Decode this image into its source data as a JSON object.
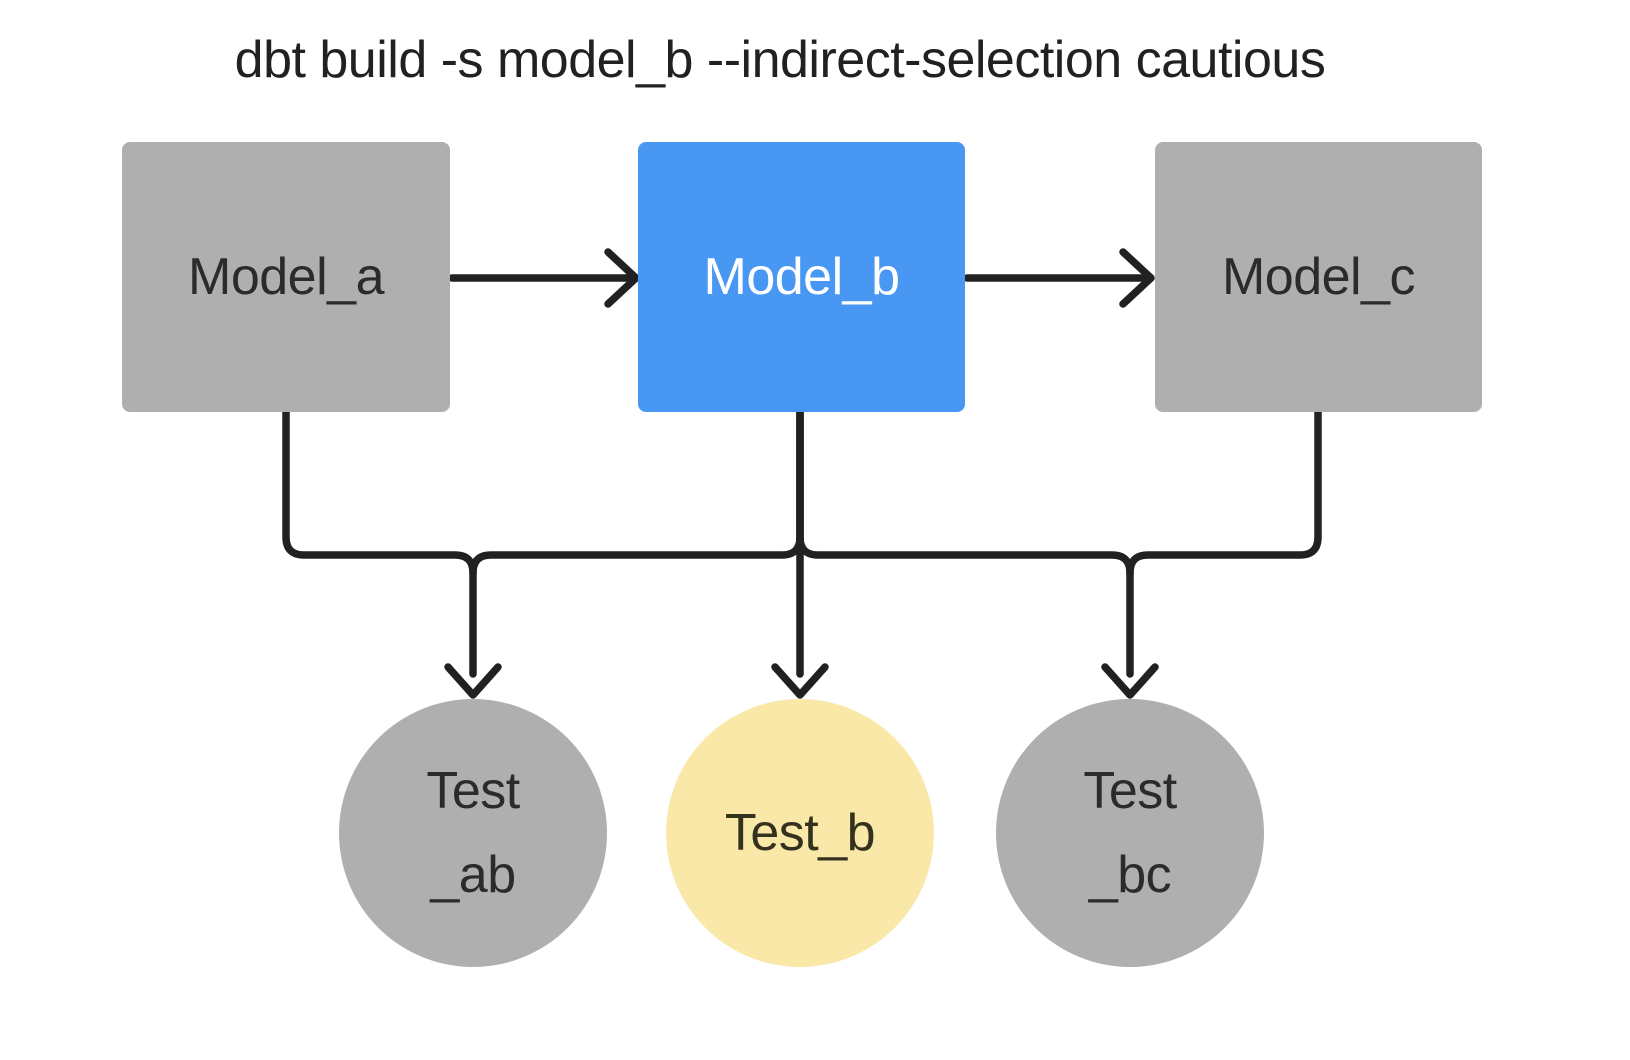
{
  "title": "dbt build -s model_b --indirect-selection cautious",
  "colors": {
    "background": "#ffffff",
    "node-gray": "#afafaf",
    "node-blue": "#4897f2",
    "node-yellow": "#f9e8a8",
    "line": "#212121",
    "text-dark": "#2b2b2b",
    "text-light": "#ffffff"
  },
  "nodes": {
    "models": [
      {
        "id": "model_a",
        "label": "Model_a",
        "fill": "gray"
      },
      {
        "id": "model_b",
        "label": "Model_b",
        "fill": "blue"
      },
      {
        "id": "model_c",
        "label": "Model_c",
        "fill": "gray"
      }
    ],
    "tests": [
      {
        "id": "test_ab",
        "line1": "Test",
        "line2": "_ab",
        "fill": "gray"
      },
      {
        "id": "test_b",
        "line1": "Test_b",
        "line2": "",
        "fill": "yellow"
      },
      {
        "id": "test_bc",
        "line1": "Test",
        "line2": "_bc",
        "fill": "gray"
      }
    ]
  },
  "edges": [
    {
      "from": "model_a",
      "to": "model_b",
      "style": "straight-arrow"
    },
    {
      "from": "model_b",
      "to": "model_c",
      "style": "straight-arrow"
    },
    {
      "from": "model_a",
      "to": "test_ab",
      "style": "elbow-arrow"
    },
    {
      "from": "model_b",
      "to": "test_ab",
      "style": "elbow-arrow"
    },
    {
      "from": "model_b",
      "to": "test_b",
      "style": "straight-arrow"
    },
    {
      "from": "model_b",
      "to": "test_bc",
      "style": "elbow-arrow"
    },
    {
      "from": "model_c",
      "to": "test_bc",
      "style": "elbow-arrow"
    }
  ]
}
